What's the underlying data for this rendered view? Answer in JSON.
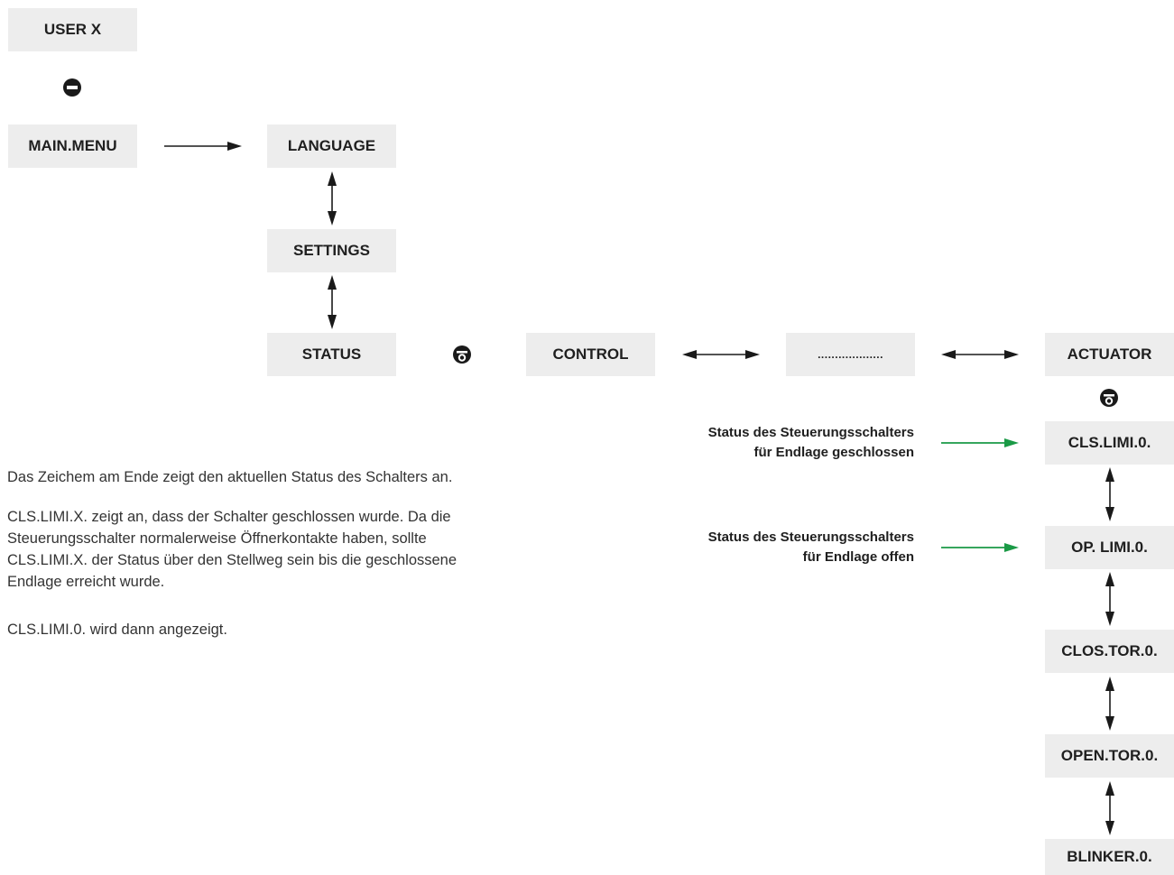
{
  "boxes": {
    "user_x": "USER X",
    "main_menu": "MAIN.MENU",
    "language": "LANGUAGE",
    "settings": "SETTINGS",
    "status": "STATUS",
    "control": "CONTROL",
    "dots": "...................",
    "actuator": "ACTUATOR",
    "cls_limi": "CLS.LIMI.0.",
    "op_limi": "OP. LIMI.0.",
    "clos_tor": "CLOS.TOR.0.",
    "open_tor": "OPEN.TOR.0.",
    "blinker": "BLINKER.0."
  },
  "annotations": {
    "closed_line1": "Status des Steuerungsschalters",
    "closed_line2": "für Endlage geschlossen",
    "open_line1": "Status des Steuerungsschalters",
    "open_line2": "für Endlage offen"
  },
  "description": {
    "para1": "Das Zeichem am Ende zeigt den aktuellen Status des Schalters an.",
    "para2_line1": "CLS.LIMI.X. zeigt an, dass der Schalter geschlossen wurde. Da die",
    "para2_line2": "Steuerungsschalter normalerweise Öffnerkontakte haben, sollte",
    "para2_line3": "CLS.LIMI.X. der Status über den Stellweg sein bis die geschlossene",
    "para2_line4": "Endlage erreicht wurde.",
    "para3": "CLS.LIMI.0. wird dann angezeigt."
  },
  "icons": {
    "stop": "stop-icon",
    "selector": "selector-icon"
  },
  "colors": {
    "box_fill": "#ededed",
    "arrow_black": "#1a1a1a",
    "arrow_green": "#1a9a46"
  }
}
